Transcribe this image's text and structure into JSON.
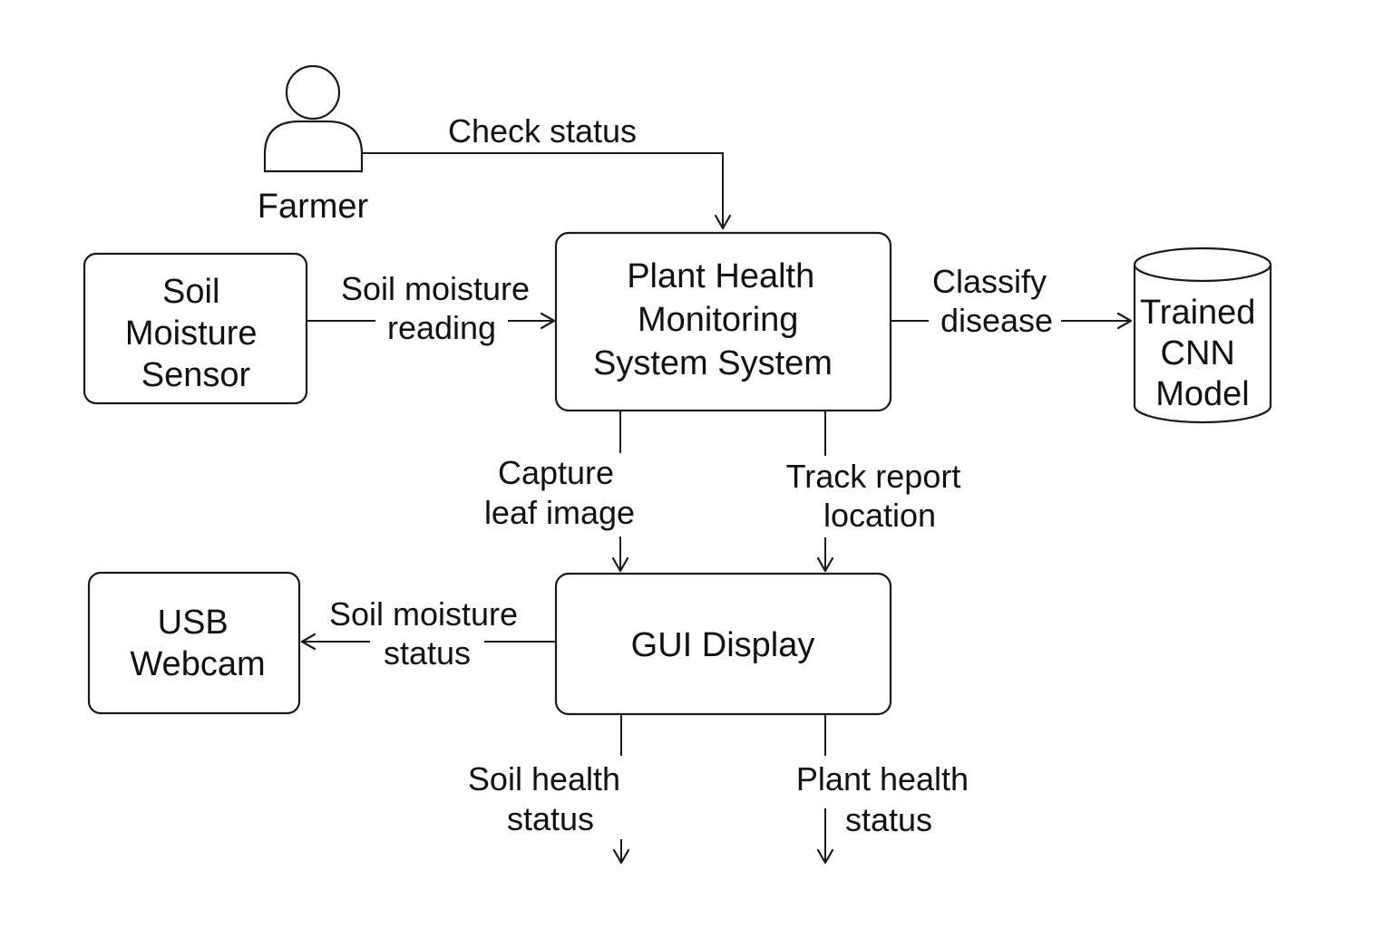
{
  "actor": {
    "label": "Farmer"
  },
  "nodes": {
    "soil_sensor": {
      "lines": [
        "Soil",
        "Moisture",
        "Sensor"
      ]
    },
    "monitoring_system": {
      "lines": [
        "Plant Health",
        "Monitoring",
        "System System"
      ]
    },
    "cnn_model": {
      "lines": [
        "Trained",
        "CNN",
        "Model"
      ]
    },
    "usb_webcam": {
      "lines": [
        "USB",
        "Webcam"
      ]
    },
    "gui_display": {
      "lines": [
        "GUI Display"
      ]
    }
  },
  "edges": {
    "check_status": {
      "lines": [
        "Check status"
      ]
    },
    "soil_moisture_reading": {
      "lines": [
        "Soil moisture",
        "reading"
      ]
    },
    "classify_disease": {
      "lines": [
        "Classify",
        "disease"
      ]
    },
    "capture_leaf_image": {
      "lines": [
        "Capture",
        "leaf image"
      ]
    },
    "track_report_location": {
      "lines": [
        "Track report",
        "location"
      ]
    },
    "soil_moisture_status": {
      "lines": [
        "Soil moisture",
        "status"
      ]
    },
    "soil_health_status": {
      "lines": [
        "Soil health",
        "status"
      ]
    },
    "plant_health_status": {
      "lines": [
        "Plant health",
        "status"
      ]
    }
  }
}
